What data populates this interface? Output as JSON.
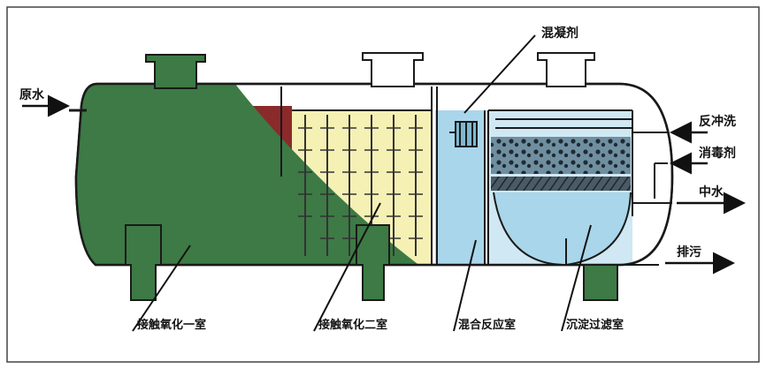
{
  "labels": {
    "raw_water": "原水",
    "coagulant": "混凝剂",
    "backwash": "反冲洗",
    "disinfectant": "消毒剂",
    "reclaimed_water": "中水",
    "sludge_discharge": "排污",
    "contact_oxidation_1": "接触氧化一室",
    "contact_oxidation_2": "接触氧化二室",
    "mixing_reaction": "混合反应室",
    "sedimentation_filter": "沉淀过滤室"
  },
  "colors": {
    "tank_green": "#3d7a45",
    "chamber_yellow": "#f5f0b4",
    "chamber_blue": "#a9d6ea",
    "filter_dark": "#2a3a4a",
    "outline": "#1a1a1a"
  }
}
